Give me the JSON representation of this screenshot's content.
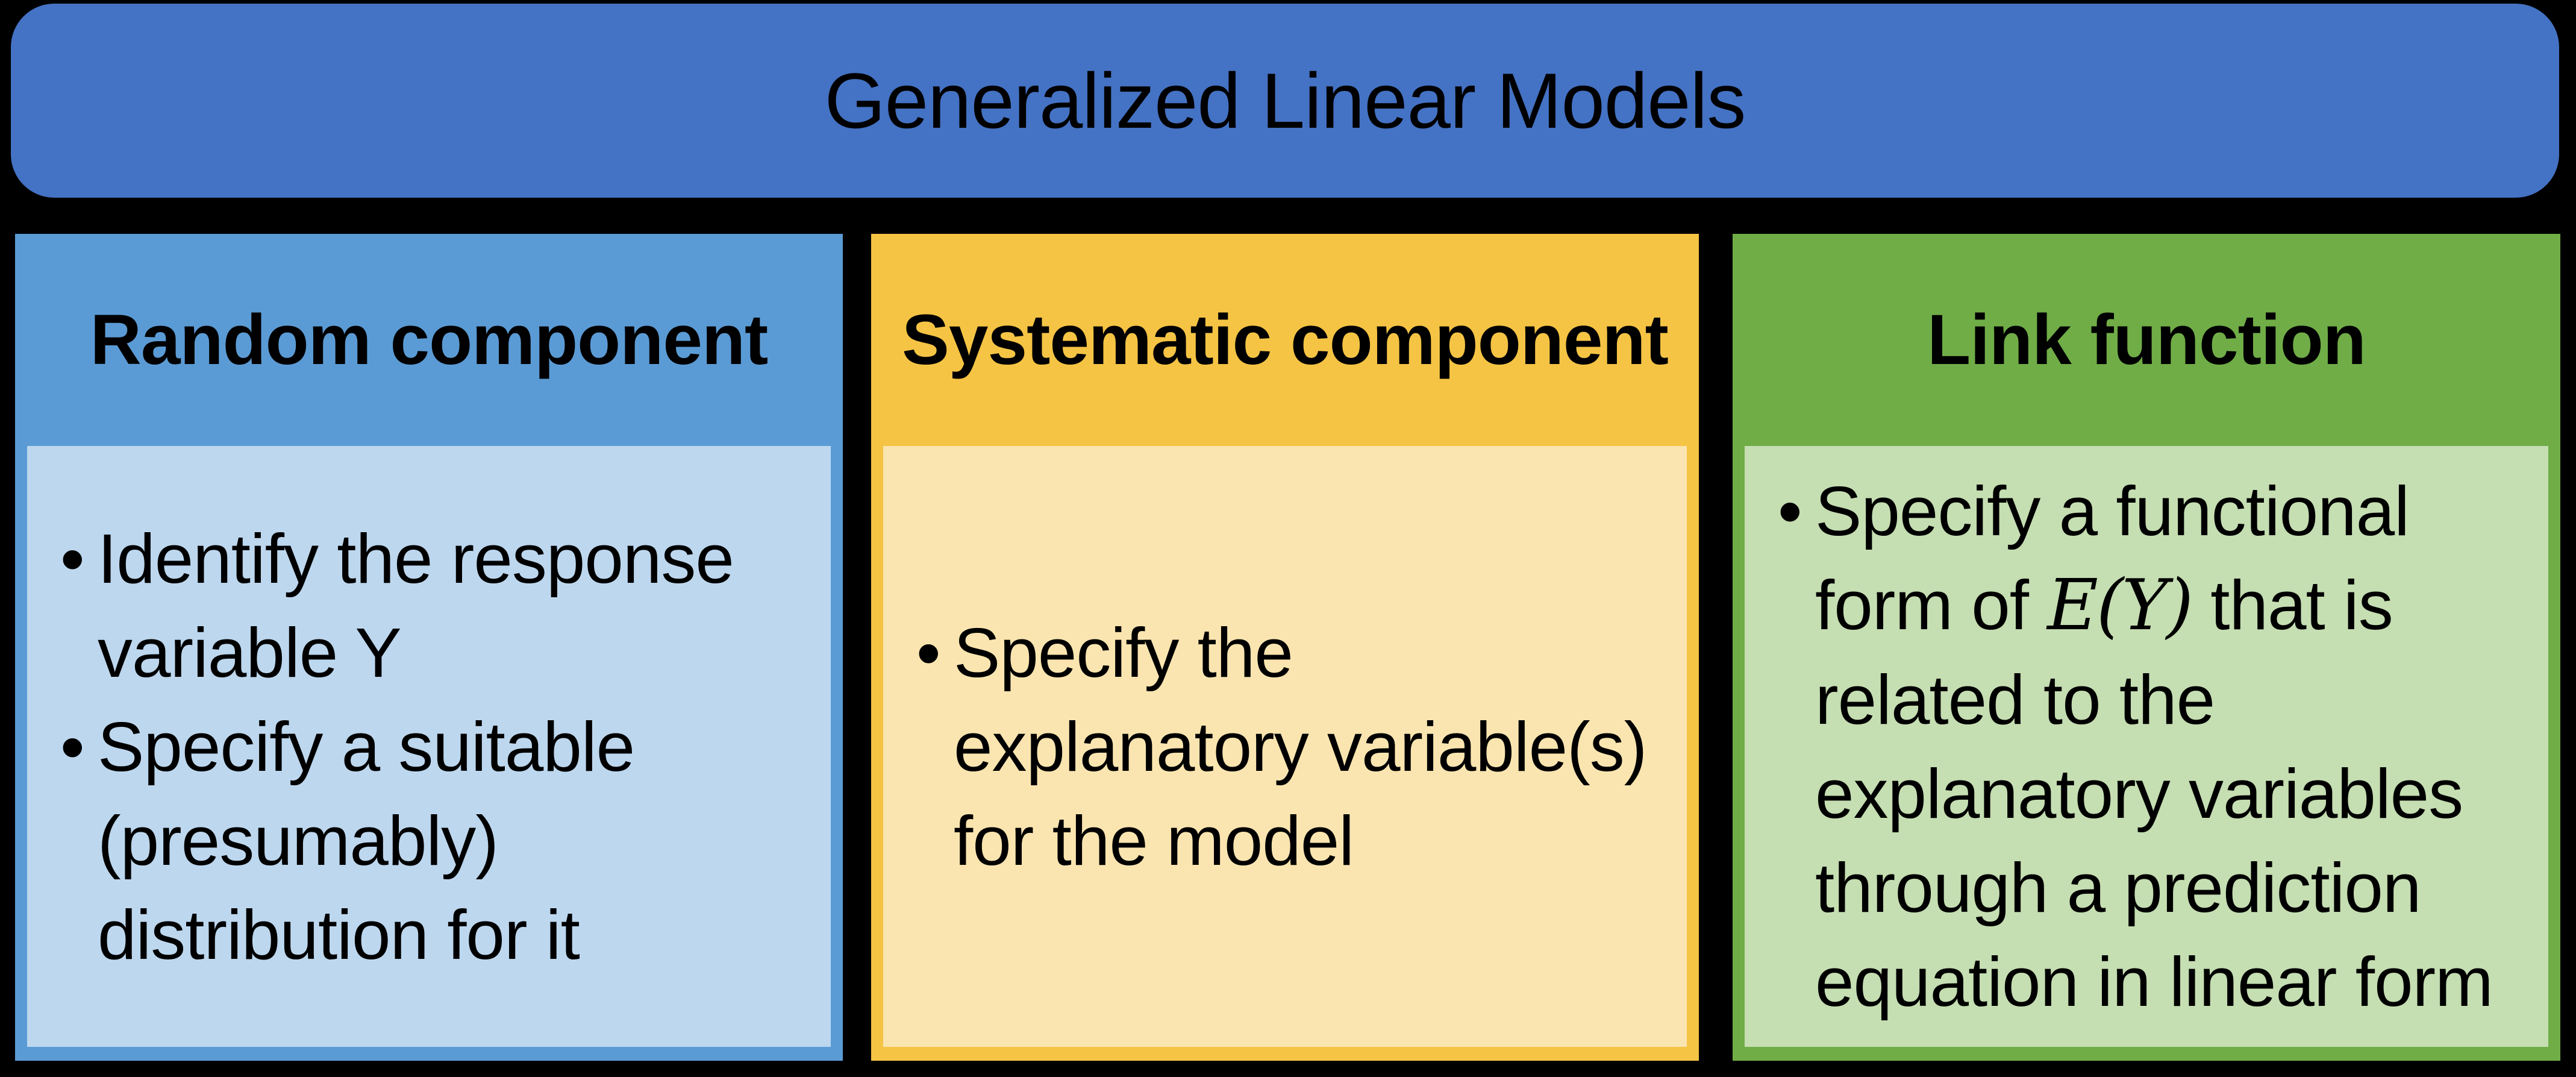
{
  "title": {
    "text": "Generalized Linear Models"
  },
  "bullet_char": "•",
  "colors": {
    "page_bg": "#000000",
    "title_bg": "#4472C4",
    "text": "#000000",
    "random_header": "#5B9BD5",
    "random_body": "#BDD7EE",
    "systematic_header": "#F5C444",
    "systematic_body": "#FAE5B0",
    "link_header": "#70AD47",
    "link_body": "#C5DEB2"
  },
  "columns": [
    {
      "header": "Random component",
      "bullets": [
        {
          "lines": [
            "Identify the response",
            "variable Y"
          ]
        },
        {
          "lines": [
            "Specify a suitable",
            "(presumably)",
            "distribution for it"
          ]
        }
      ]
    },
    {
      "header": "Systematic component",
      "bullets": [
        {
          "lines": [
            "Specify the",
            "explanatory variable(s)",
            "for the model"
          ]
        }
      ]
    },
    {
      "header": "Link function",
      "bullets": [
        {
          "line1": "Specify a functional",
          "line2_pre": "form of ",
          "line2_math": "E(Y)",
          "line2_post": " that is",
          "line3": "related to the",
          "line4": "explanatory variables",
          "line5": "through a prediction",
          "line6": "equation in linear form"
        }
      ]
    }
  ]
}
